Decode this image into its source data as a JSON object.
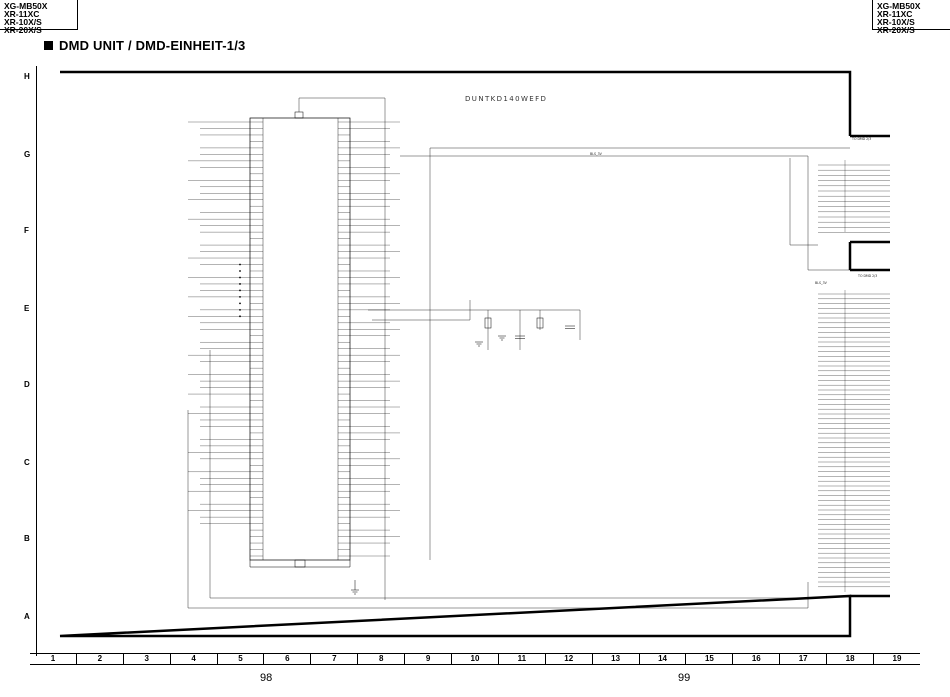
{
  "header": {
    "models_left": [
      "XG-MB50X",
      "XR-11XC",
      "XR-10X/S",
      "XR-20X/S"
    ],
    "models_right": [
      "XG-MB50X",
      "XR-11XC",
      "XR-10X/S",
      "XR-20X/S"
    ]
  },
  "title": "DMD UNIT / DMD-EINHEIT-1/3",
  "unit_code": "DUNTKD140WEFD",
  "row_labels": [
    "H",
    "G",
    "F",
    "E",
    "D",
    "C",
    "B",
    "A"
  ],
  "column_labels": [
    "1",
    "2",
    "3",
    "4",
    "5",
    "6",
    "7",
    "8",
    "9",
    "10",
    "11",
    "12",
    "13",
    "14",
    "15",
    "16",
    "17",
    "18",
    "19"
  ],
  "page_numbers": {
    "left": "98",
    "right": "99"
  },
  "connectors": {
    "top_right": "TO DMD 2/3",
    "mid_right": "TO DMD 2/3"
  },
  "bus_labels": {
    "g_line": "BLS_3V",
    "e_line": "BLS_3V"
  }
}
